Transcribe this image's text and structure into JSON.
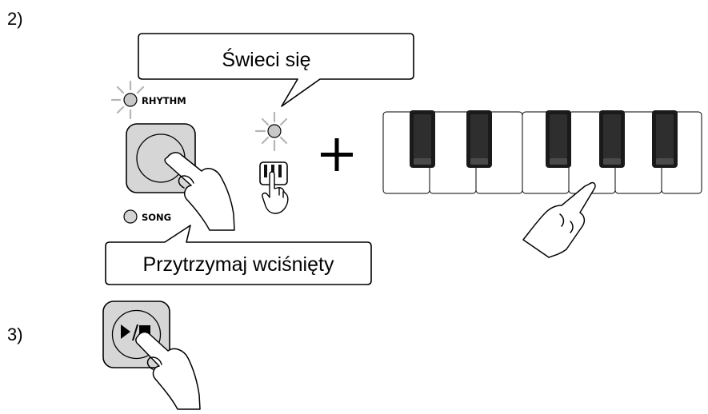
{
  "steps": {
    "step2": "2)",
    "step3": "3)"
  },
  "callouts": {
    "lights_up": "Świeci się",
    "hold_down": "Przytrzymaj wciśnięty"
  },
  "indicators": {
    "rhythm": "RHYTHM",
    "song": "SONG"
  },
  "symbols": {
    "plus": "plus-icon",
    "play_stop": "play-stop-icon"
  },
  "colors": {
    "button_face": "#d6d6d6",
    "led_gray": "#c8c8c8",
    "key_black": "#1a1a1a"
  }
}
